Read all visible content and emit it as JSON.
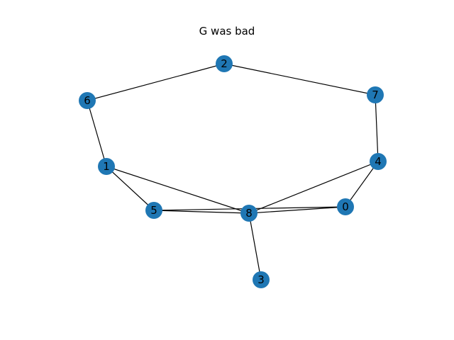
{
  "title": "G was bad",
  "node_color": "#1f77b4",
  "edge_color": "#000000",
  "nodes": [
    {
      "id": "0",
      "label": "0"
    },
    {
      "id": "1",
      "label": "1"
    },
    {
      "id": "2",
      "label": "2"
    },
    {
      "id": "3",
      "label": "3"
    },
    {
      "id": "4",
      "label": "4"
    },
    {
      "id": "5",
      "label": "5"
    },
    {
      "id": "6",
      "label": "6"
    },
    {
      "id": "7",
      "label": "7"
    },
    {
      "id": "8",
      "label": "8"
    }
  ],
  "edges": [
    [
      "2",
      "6"
    ],
    [
      "2",
      "7"
    ],
    [
      "6",
      "1"
    ],
    [
      "7",
      "4"
    ],
    [
      "1",
      "5"
    ],
    [
      "1",
      "8"
    ],
    [
      "4",
      "0"
    ],
    [
      "4",
      "8"
    ],
    [
      "5",
      "8"
    ],
    [
      "5",
      "0"
    ],
    [
      "8",
      "0"
    ],
    [
      "8",
      "3"
    ]
  ]
}
